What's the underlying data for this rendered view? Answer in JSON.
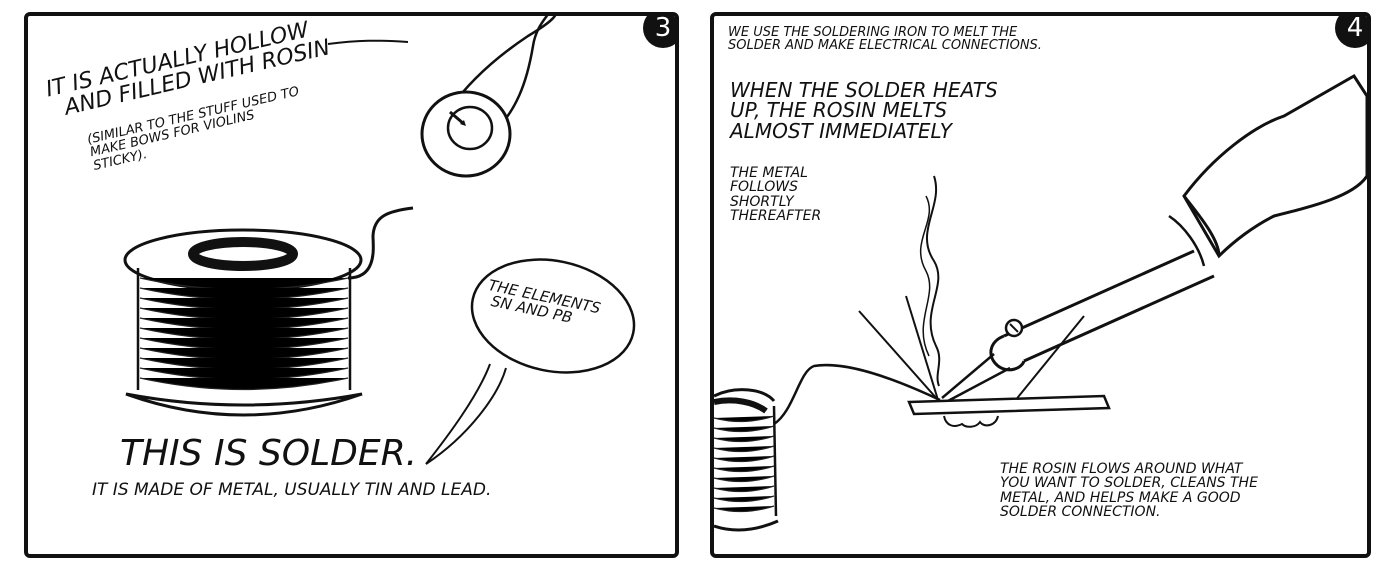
{
  "panel3": {
    "number": "3",
    "hollow_caption": [
      "IT IS ACTUALLY HOLLOW",
      "AND FILLED WITH ROSIN"
    ],
    "hollow_subcaption": [
      "(SIMILAR TO THE STUFF USED TO",
      "MAKE BOWS FOR VIOLINS",
      "STICKY)."
    ],
    "bubble_text": [
      "THE ELEMENTS",
      "SN AND PB"
    ],
    "headline": "THIS IS SOLDER.",
    "subline": "IT IS MADE OF METAL, USUALLY TIN AND LEAD."
  },
  "panel4": {
    "number": "4",
    "top_caption": [
      "WE USE THE SOLDERING IRON TO MELT THE",
      "SOLDER AND MAKE ELECTRICAL CONNECTIONS."
    ],
    "rosin_caption": [
      "WHEN THE SOLDER HEATS",
      "UP, THE ROSIN MELTS",
      "ALMOST IMMEDIATELY"
    ],
    "metal_caption": [
      "THE METAL",
      "FOLLOWS",
      "SHORTLY",
      "THEREAFTER"
    ],
    "bottom_caption": [
      "THE ROSIN FLOWS AROUND WHAT",
      "YOU WANT TO SOLDER, CLEANS THE",
      "METAL, AND HELPS MAKE A GOOD",
      "SOLDER CONNECTION."
    ]
  }
}
